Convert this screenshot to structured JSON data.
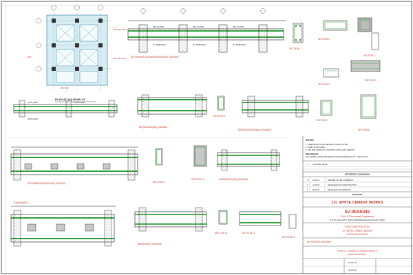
{
  "plan": {
    "title": "PLAN AT +19.500M LVL"
  },
  "sections": {
    "beam_a": "B27(200x450) 200x600 B30(200x450) (200x600)",
    "beam_b": "B29(200x450)(B4)  (200x600)",
    "beam_c": "B31/B32(200x450)(B4) (200x600)",
    "beam_d": "B27/B28/B30/B32(200x450) (200x600)",
    "beam_e": "B33/B34(200x450) (200x600)",
    "beam_f": "B35(200x600)",
    "beam_g": "B36(200x450) (200x600)",
    "sec_1": "SECTION 1",
    "sec_2": "SECTION 2",
    "sec_3": "SECTION 3",
    "sec_4": "SECTION 4",
    "sec_5": "SECTION 5",
    "sec_6": "SECTION 6",
    "sec_7": "SECTION 7",
    "sec_8": "SECTION 8",
    "sec_9": "SECTION 9",
    "sec_10": "SECTION 10",
    "sec_11": "SECTION 11",
    "sec_12": "SECTION 12",
    "sec_13": "SECTION 13"
  },
  "notes": {
    "heading": "NOTES",
    "lines": [
      "1. DIMENSIONS IN MILLIMETERS UNLESS NOTED",
      "2. STEEL Fe 500 USED",
      "3. USE M25 GRADE OF CONCRETE FOR SLABS & BEAMS"
    ],
    "ref_heading": "REFERENCE",
    "ref_line": "FOR GENERAL NOTES AND SPECIFICATIONS REFER DWG. NO. J-2016-S-GN-01"
  },
  "references": {
    "heading": "REFERENCE DRAWINGS",
    "rows": [
      [
        "1",
        "FINISHING LEVEL"
      ],
      [
        "",
        ""
      ],
      [
        "",
        ""
      ]
    ]
  },
  "revisions": {
    "heading": "REVISION",
    "rows": [
      [
        "R",
        "26.06.15",
        "REVISED AS PER COMMENTS"
      ],
      [
        "0",
        "12.05.15",
        "RELEASED FOR CONSTRUCTION"
      ],
      [
        "A",
        "28.04.15",
        "RELEASED FOR APPROVAL"
      ]
    ]
  },
  "client": {
    "name": "J.K. WHITE CEMENT WORKS"
  },
  "designer": {
    "name": "SV DESIGNS",
    "subtitle": "Civil & Structural Engineers",
    "address": "FLAT NO. 301,RUSTIC JAIPUR APARTMENT,MALAVIYA NAGAR, JAIPUR"
  },
  "project": {
    "label": "FOR CONSTRUCTION",
    "line1": "J.K. WHITE CEMENT WORKS",
    "line2": "GOTAN RAJASTHAN",
    "line3": "AIR HEATER BUILDING"
  },
  "sheet": {
    "title1": "PLAN AT +19.500M LVL & BEAM DETAILS",
    "title2": "REINFORCEMENT",
    "date": "24.04.15",
    "date2": "22.05.15"
  },
  "colors": {
    "steel": "#2e9e3a",
    "slab": "#b6e2ea",
    "concrete": "#d9d9d9",
    "dim_text": "#c0392b",
    "border": "#333333"
  }
}
